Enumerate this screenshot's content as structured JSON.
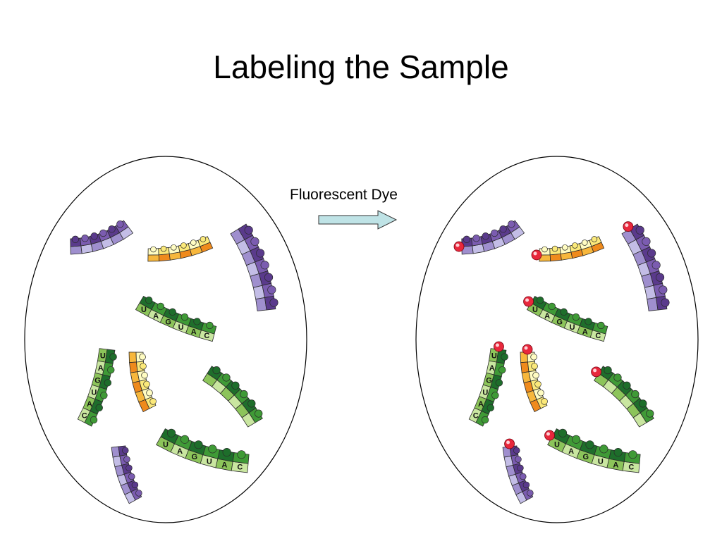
{
  "slide": {
    "title": "Labeling the Sample",
    "arrow_label": "Fluorescent Dye"
  },
  "colors": {
    "purple": [
      "#5a3a8c",
      "#7b5cb0",
      "#9f8fce",
      "#c3bde6"
    ],
    "yellow_orange": [
      "#fffcc2",
      "#fbe97a",
      "#f7b73c",
      "#ef8a1c"
    ],
    "green": [
      "#1e6e2b",
      "#3f9a36",
      "#8cc45a",
      "#c9e6a0"
    ],
    "arrow_fill": "#bfe3e6",
    "dye": "#e8283c"
  },
  "strands": [
    {
      "id": "s1",
      "palette": "purple",
      "letters": [
        "",
        "",
        "",
        "",
        "",
        ""
      ]
    },
    {
      "id": "s2",
      "palette": "yellow_orange",
      "letters": [
        "",
        "",
        "",
        "",
        "",
        ""
      ]
    },
    {
      "id": "s3",
      "palette": "purple",
      "letters": [
        "",
        "",
        "",
        "",
        "",
        "",
        ""
      ]
    },
    {
      "id": "s4",
      "palette": "green",
      "letters": [
        "U",
        "A",
        "G",
        "U",
        "A",
        "C"
      ]
    },
    {
      "id": "s5",
      "palette": "green",
      "letters": [
        "U",
        "A",
        "G",
        "U",
        "A",
        "C"
      ]
    },
    {
      "id": "s6",
      "palette": "yellow_orange",
      "letters": [
        "",
        "",
        "",
        "",
        "",
        ""
      ]
    },
    {
      "id": "s7",
      "palette": "green",
      "letters": [
        "",
        "",
        "",
        "",
        "",
        ""
      ]
    },
    {
      "id": "s8",
      "palette": "purple",
      "letters": [
        "",
        "",
        "",
        "",
        "",
        ""
      ]
    },
    {
      "id": "s9",
      "palette": "green",
      "letters": [
        "U",
        "A",
        "G",
        "U",
        "A",
        "C"
      ]
    }
  ]
}
